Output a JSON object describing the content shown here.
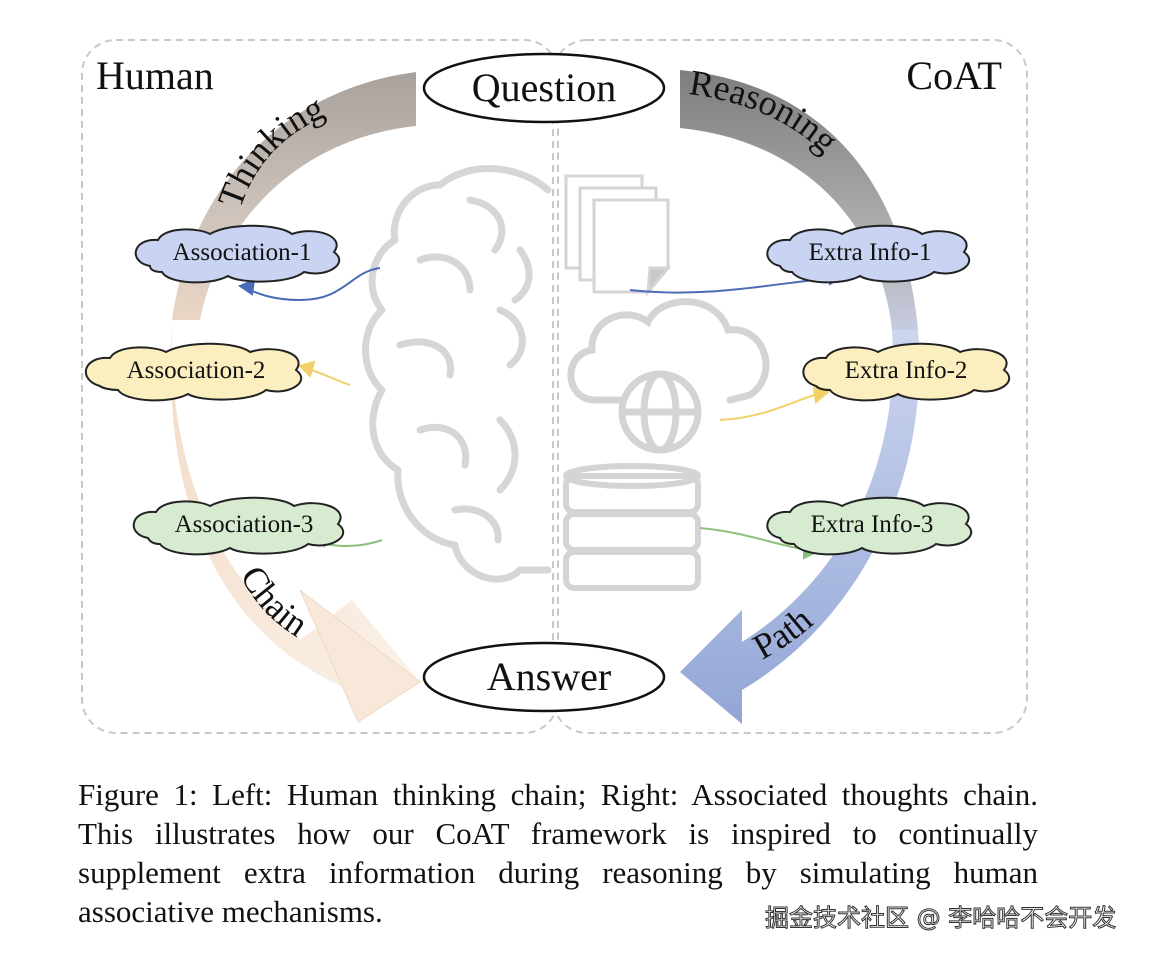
{
  "diagram": {
    "left_title": "Human",
    "right_title": "CoAT",
    "question_label": "Question",
    "answer_label": "Answer",
    "left_arc_top": "Thinking",
    "left_arc_bottom": "Chain",
    "right_arc_top": "Reasoning",
    "right_arc_bottom": "Path",
    "associations": [
      "Association-1",
      "Association-2",
      "Association-3"
    ],
    "extra_infos": [
      "Extra Info-1",
      "Extra Info-2",
      "Extra Info-3"
    ],
    "colors": {
      "tier1": "#c9d3f2",
      "tier2": "#fbefbf",
      "tier3": "#d6ebcf",
      "arrow1": "#4a6bb5",
      "arrow2": "#f2d06a",
      "arrow3": "#8dbf7e",
      "left_arc_top": "#b8aea6",
      "right_arc_top": "#8a8a8a",
      "right_arc_bottom": "#9fb1db",
      "left_arc_bottom": "#f5e0cc"
    }
  },
  "caption": "Figure 1: Left: Human thinking chain; Right: Associated thoughts chain. This illustrates how our CoAT framework is inspired to continually supplement extra information during reasoning by simulating human associative mechanisms.",
  "watermark": "掘金技术社区 @ 李哈哈不会开发"
}
